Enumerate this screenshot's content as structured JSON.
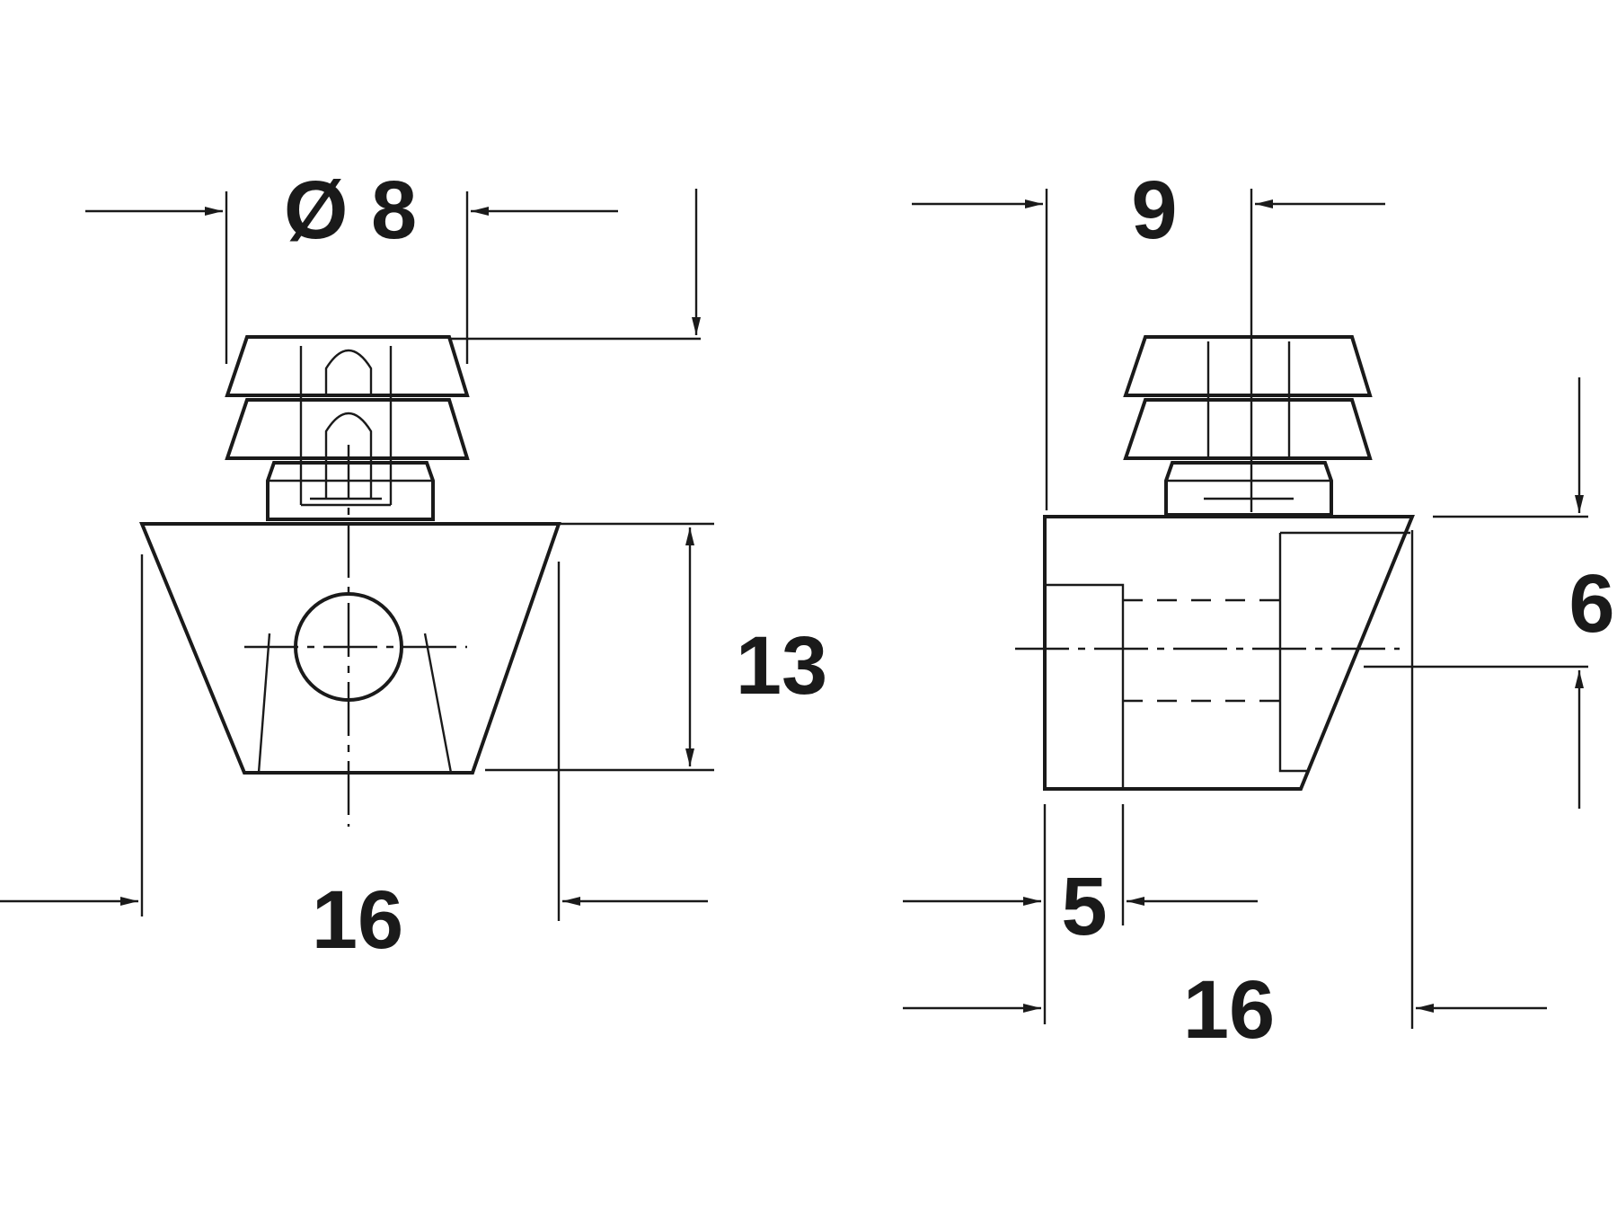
{
  "front_view": {
    "diameter_label": "Ø 8",
    "height_label": "13",
    "width_label": "16"
  },
  "side_view": {
    "top_label": "9",
    "offset_label": "6",
    "depth_label": "5",
    "width_label": "16"
  }
}
